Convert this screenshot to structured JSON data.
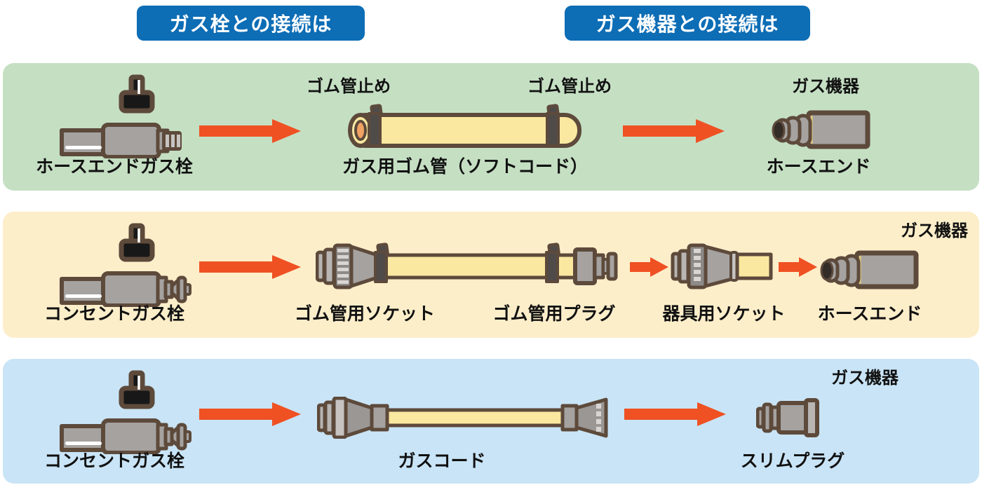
{
  "title_badges": {
    "gas_valve_connection": "ガス栓との接続は",
    "gas_appliance_connection": "ガス機器との接続は"
  },
  "colors": {
    "badge_blue": "#0d6db5",
    "band_green": "#c5dfc3",
    "band_cream": "#fdeeca",
    "band_blue": "#c9e4f6",
    "arrow_orange": "#ef5123",
    "outline_brown": "#5d4a3b",
    "metal_gray": "#a5a2a0",
    "hose_yellow": "#fae8a0",
    "hose_inner_orange": "#f2a264",
    "clamp_dark": "#4f4b49",
    "handle_black": "#181818"
  },
  "rows": [
    {
      "theme": "green",
      "source_label": "ホースエンドガス栓",
      "clamp_label_left": "ゴム管止め",
      "clamp_label_right": "ゴム管止め",
      "hose_label": "ガス用ゴム管（ソフトコード）",
      "appliance_label": "ガス機器",
      "end_label": "ホースエンド"
    },
    {
      "theme": "cream",
      "source_label": "コンセントガス栓",
      "socket_label": "ゴム管用ソケット",
      "plug_label": "ゴム管用プラグ",
      "appliance_socket_label": "器具用ソケット",
      "end_label": "ホースエンド",
      "appliance_label": "ガス機器"
    },
    {
      "theme": "blue",
      "source_label": "コンセントガス栓",
      "hose_label": "ガスコード",
      "end_label": "スリムプラグ",
      "appliance_label": "ガス機器"
    }
  ]
}
